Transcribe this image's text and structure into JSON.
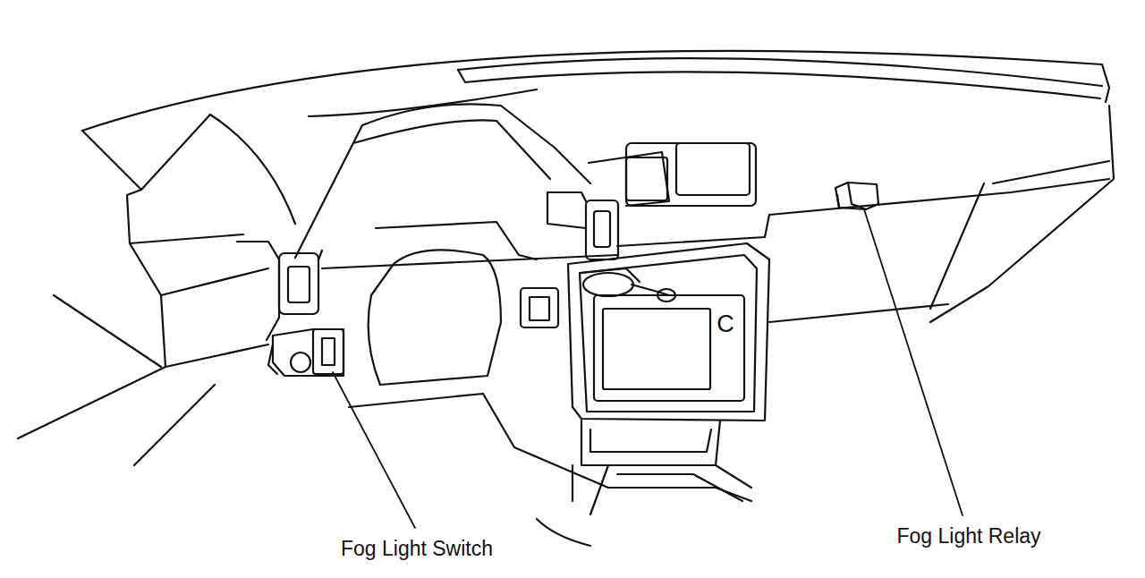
{
  "diagram": {
    "labels": [
      "Fog Light Switch",
      "Fog Light Relay",
      "C"
    ]
  }
}
